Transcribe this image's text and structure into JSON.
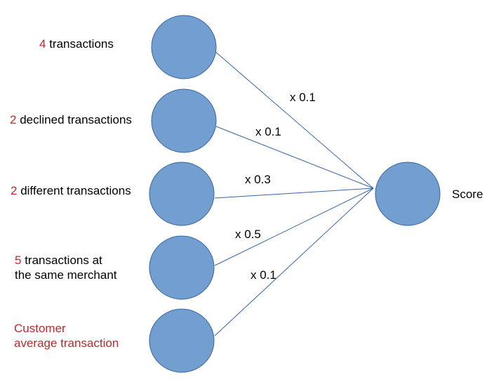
{
  "colors": {
    "node_fill": "#729fcf",
    "node_stroke": "#3465a4",
    "edge": "#3465a4",
    "highlight": "#c0282d"
  },
  "inputs": [
    {
      "number": "4",
      "text": "transactions"
    },
    {
      "number": "2",
      "text": "declined transactions"
    },
    {
      "number": "2",
      "text": "different transactions"
    },
    {
      "number": "5",
      "line1": "transactions at",
      "line2": "the same merchant"
    },
    {
      "line1": "Customer",
      "line2": "average transaction"
    }
  ],
  "weights": [
    "x 0.1",
    "x 0.1",
    "x 0.3",
    "x 0.5",
    "x 0.1"
  ],
  "output": {
    "label": "Score"
  }
}
